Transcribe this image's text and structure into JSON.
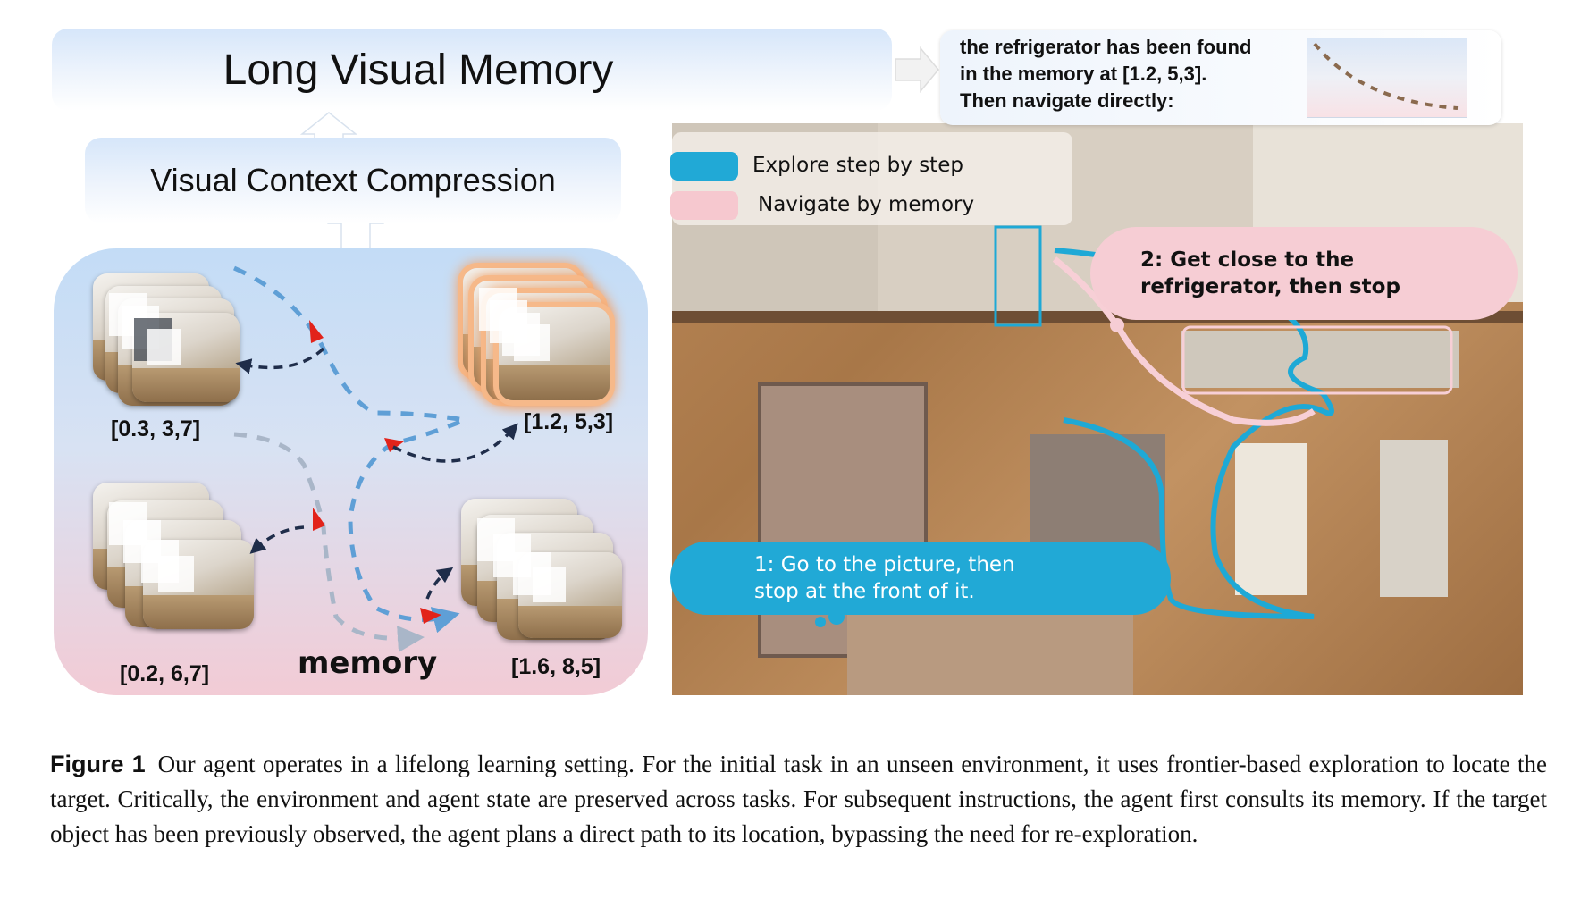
{
  "banners": {
    "long_visual_memory": "Long Visual Memory",
    "visual_context_compression": "Visual Context Compression"
  },
  "memory_panel": {
    "label": "memory",
    "nodes": [
      {
        "coord": "[0.3, 3,7]"
      },
      {
        "coord": "[1.2, 5,3]"
      },
      {
        "coord": "[0.2, 6,7]"
      },
      {
        "coord": "[1.6, 8,5]"
      }
    ]
  },
  "found_box": {
    "lines": [
      "the refrigerator has been found",
      "in the memory at [1.2, 5,3].",
      "Then navigate directly:"
    ]
  },
  "legend": {
    "explore": "Explore step by step",
    "navigate": "Navigate by memory"
  },
  "instructions": {
    "step1_line1": "1: Go to the picture, then",
    "step1_line2": "stop at the front of it.",
    "step2_line1": "2: Get close to the",
    "step2_line2": "refrigerator, then stop"
  },
  "caption": {
    "label": "Figure 1",
    "text": "Our agent operates in a lifelong learning setting. For the initial task in an unseen environment, it uses frontier-based exploration to locate the target. Critically, the environment and agent state are preserved across tasks. For subsequent instructions, the agent first consults its memory. If the target object has been previously observed, the agent plans a direct path to its location, bypassing the need for re-exploration."
  },
  "colors": {
    "explore_path": "#1ea9d6",
    "navigate_path": "#f5c8cf",
    "memory_arrow_blue": "#5f9fd6",
    "memory_arrow_gray": "#a9b6c8",
    "memory_arrow_red": "#e2231a",
    "memory_link": "#1f2d4a",
    "highlight": "#f3a36a"
  }
}
